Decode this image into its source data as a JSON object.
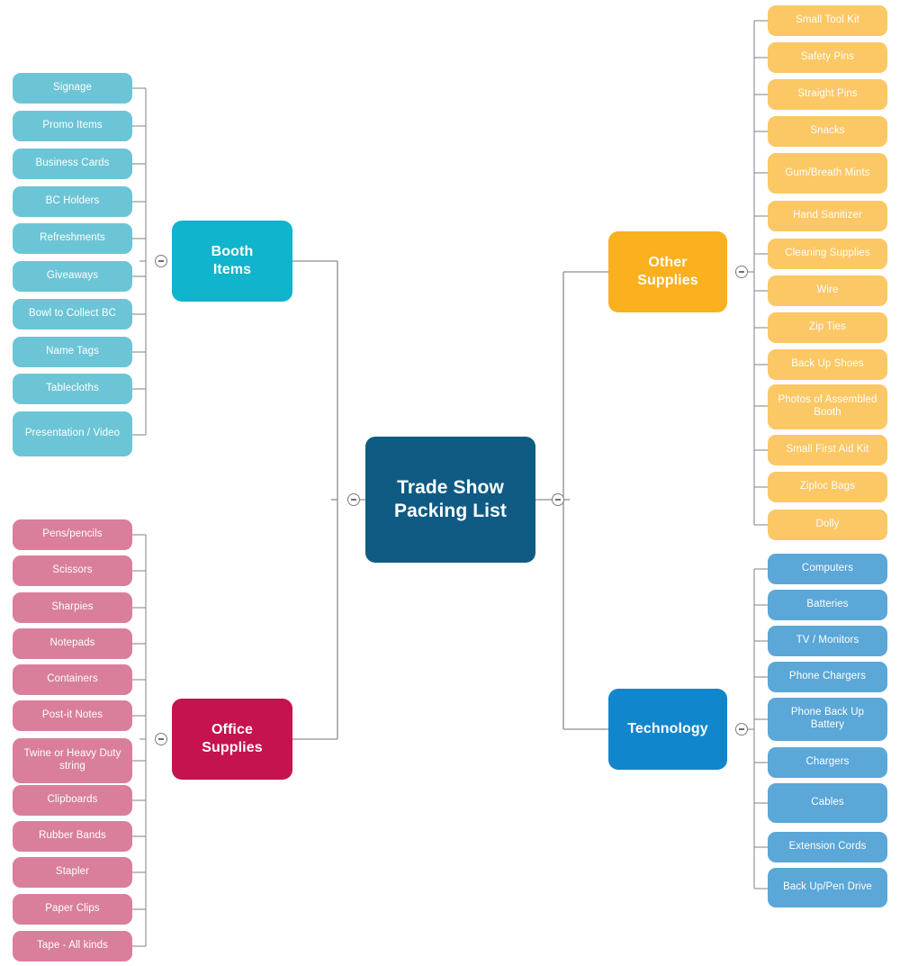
{
  "title": "Trade Show Packing List Mind Map",
  "colors": {
    "root": "#0f5b84",
    "booth_items": "#10b4cc",
    "booth_leaf": "#6cc5d6",
    "office_supplies": "#c4134e",
    "office_leaf": "#d97f9b",
    "other_supplies": "#fbb01d",
    "other_leaf": "#fcc765",
    "technology": "#1186cc",
    "technology_leaf": "#5aa7d8",
    "line": "#8d8d8d",
    "canvas": "#ffffff",
    "node_text": "#ffffff"
  },
  "root": {
    "label": "Trade Show\nPacking List",
    "line1": "Trade Show",
    "line2": "Packing List"
  },
  "branches": [
    {
      "id": "booth-items",
      "label": "Booth\nItems",
      "line1": "Booth",
      "line2": "Items",
      "side": "left",
      "color": "#10b4cc",
      "leaf_color": "#6cc5d6",
      "items": [
        "Signage",
        "Promo Items",
        "Business Cards",
        "BC Holders",
        "Refreshments",
        "Giveaways",
        "Bowl to Collect BC",
        "Name Tags",
        "Tablecloths",
        "Presentation / Video"
      ]
    },
    {
      "id": "office-supplies",
      "label": "Office\nSupplies",
      "line1": "Office",
      "line2": "Supplies",
      "side": "left",
      "color": "#c4134e",
      "leaf_color": "#d97f9b",
      "items": [
        "Pens/pencils",
        "Scissors",
        "Sharpies",
        "Notepads",
        "Containers",
        "Post-it Notes",
        "Twine or Heavy Duty string",
        "Clipboards",
        "Rubber Bands",
        "Stapler",
        "Paper Clips",
        "Tape - All kinds"
      ]
    },
    {
      "id": "other-supplies",
      "label": "Other\nSupplies",
      "line1": "Other",
      "line2": "Supplies",
      "side": "right",
      "color": "#fbb01d",
      "leaf_color": "#fcc765",
      "items": [
        "Small Tool Kit",
        "Safety Pins",
        "Straight Pins",
        "Snacks",
        "Gum/Breath Mints",
        "Hand Sanitizer",
        "Cleaning Supplies",
        "Wire",
        "Zip Ties",
        "Back Up Shoes",
        "Photos of Assembled Booth",
        "Small First Aid Kit",
        "Ziploc Bags",
        "Dolly"
      ]
    },
    {
      "id": "technology",
      "label": "Technology",
      "line1": "Technology",
      "line2": "",
      "side": "right",
      "color": "#1186cc",
      "leaf_color": "#5aa7d8",
      "items": [
        "Computers",
        "Batteries",
        "TV / Monitors",
        "Phone Chargers",
        "Phone Back Up Battery",
        "Chargers",
        "Cables",
        "Extension Cords",
        "Back Up/Pen Drive"
      ]
    }
  ],
  "toggles": [
    {
      "name": "collapse-toggle-booth-items"
    },
    {
      "name": "collapse-toggle-office-supplies"
    },
    {
      "name": "collapse-toggle-root-left"
    },
    {
      "name": "collapse-toggle-root-right"
    },
    {
      "name": "collapse-toggle-other-supplies"
    },
    {
      "name": "collapse-toggle-technology"
    }
  ]
}
